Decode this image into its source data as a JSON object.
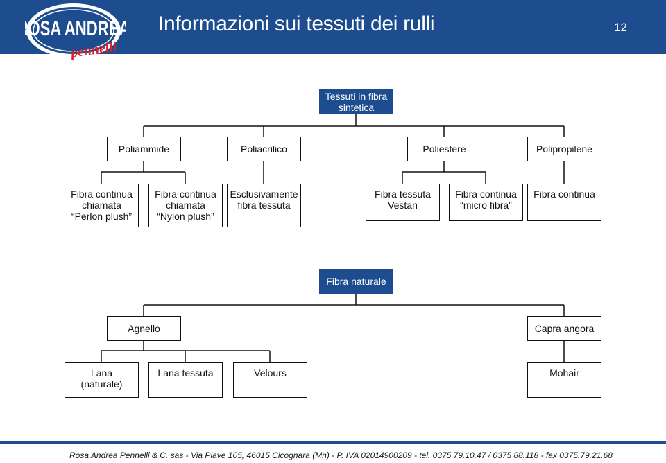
{
  "header": {
    "logo_text_main": "ROSA ANDREA",
    "logo_text_sub": "pennelli",
    "title": "Informazioni sui tessuti dei rulli",
    "page_number": "12"
  },
  "synthetic": {
    "root": "Tessuti in fibra\nsintetica",
    "categories": [
      "Poliammide",
      "Poliacrilico",
      "Poliestere",
      "Polipropilene"
    ],
    "types": [
      "Fibra continua\nchiamata\n“Perlon plush”",
      "Fibra continua\nchiamata\n“Nylon plush”",
      "Esclusivamente\nfibra tessuta",
      "Fibra tessuta\nVestan",
      "Fibra continua\n“micro fibra”",
      "Fibra continua"
    ]
  },
  "natural": {
    "root": "Fibra naturale",
    "categories": [
      "Agnello",
      "Capra angora"
    ],
    "types": [
      "Lana\n(naturale)",
      "Lana tessuta",
      "Velours",
      "Mohair"
    ]
  },
  "footer": {
    "text": "Rosa Andrea Pennelli & C. sas - Via Piave 105, 46015 Cicognara (Mn) - P. IVA 02014900209 - tel. 0375 79.10.47 / 0375 88.118 - fax 0375.79.21.68"
  },
  "colors": {
    "brand_blue": "#1d4d8f",
    "logo_red": "#d6222a"
  }
}
